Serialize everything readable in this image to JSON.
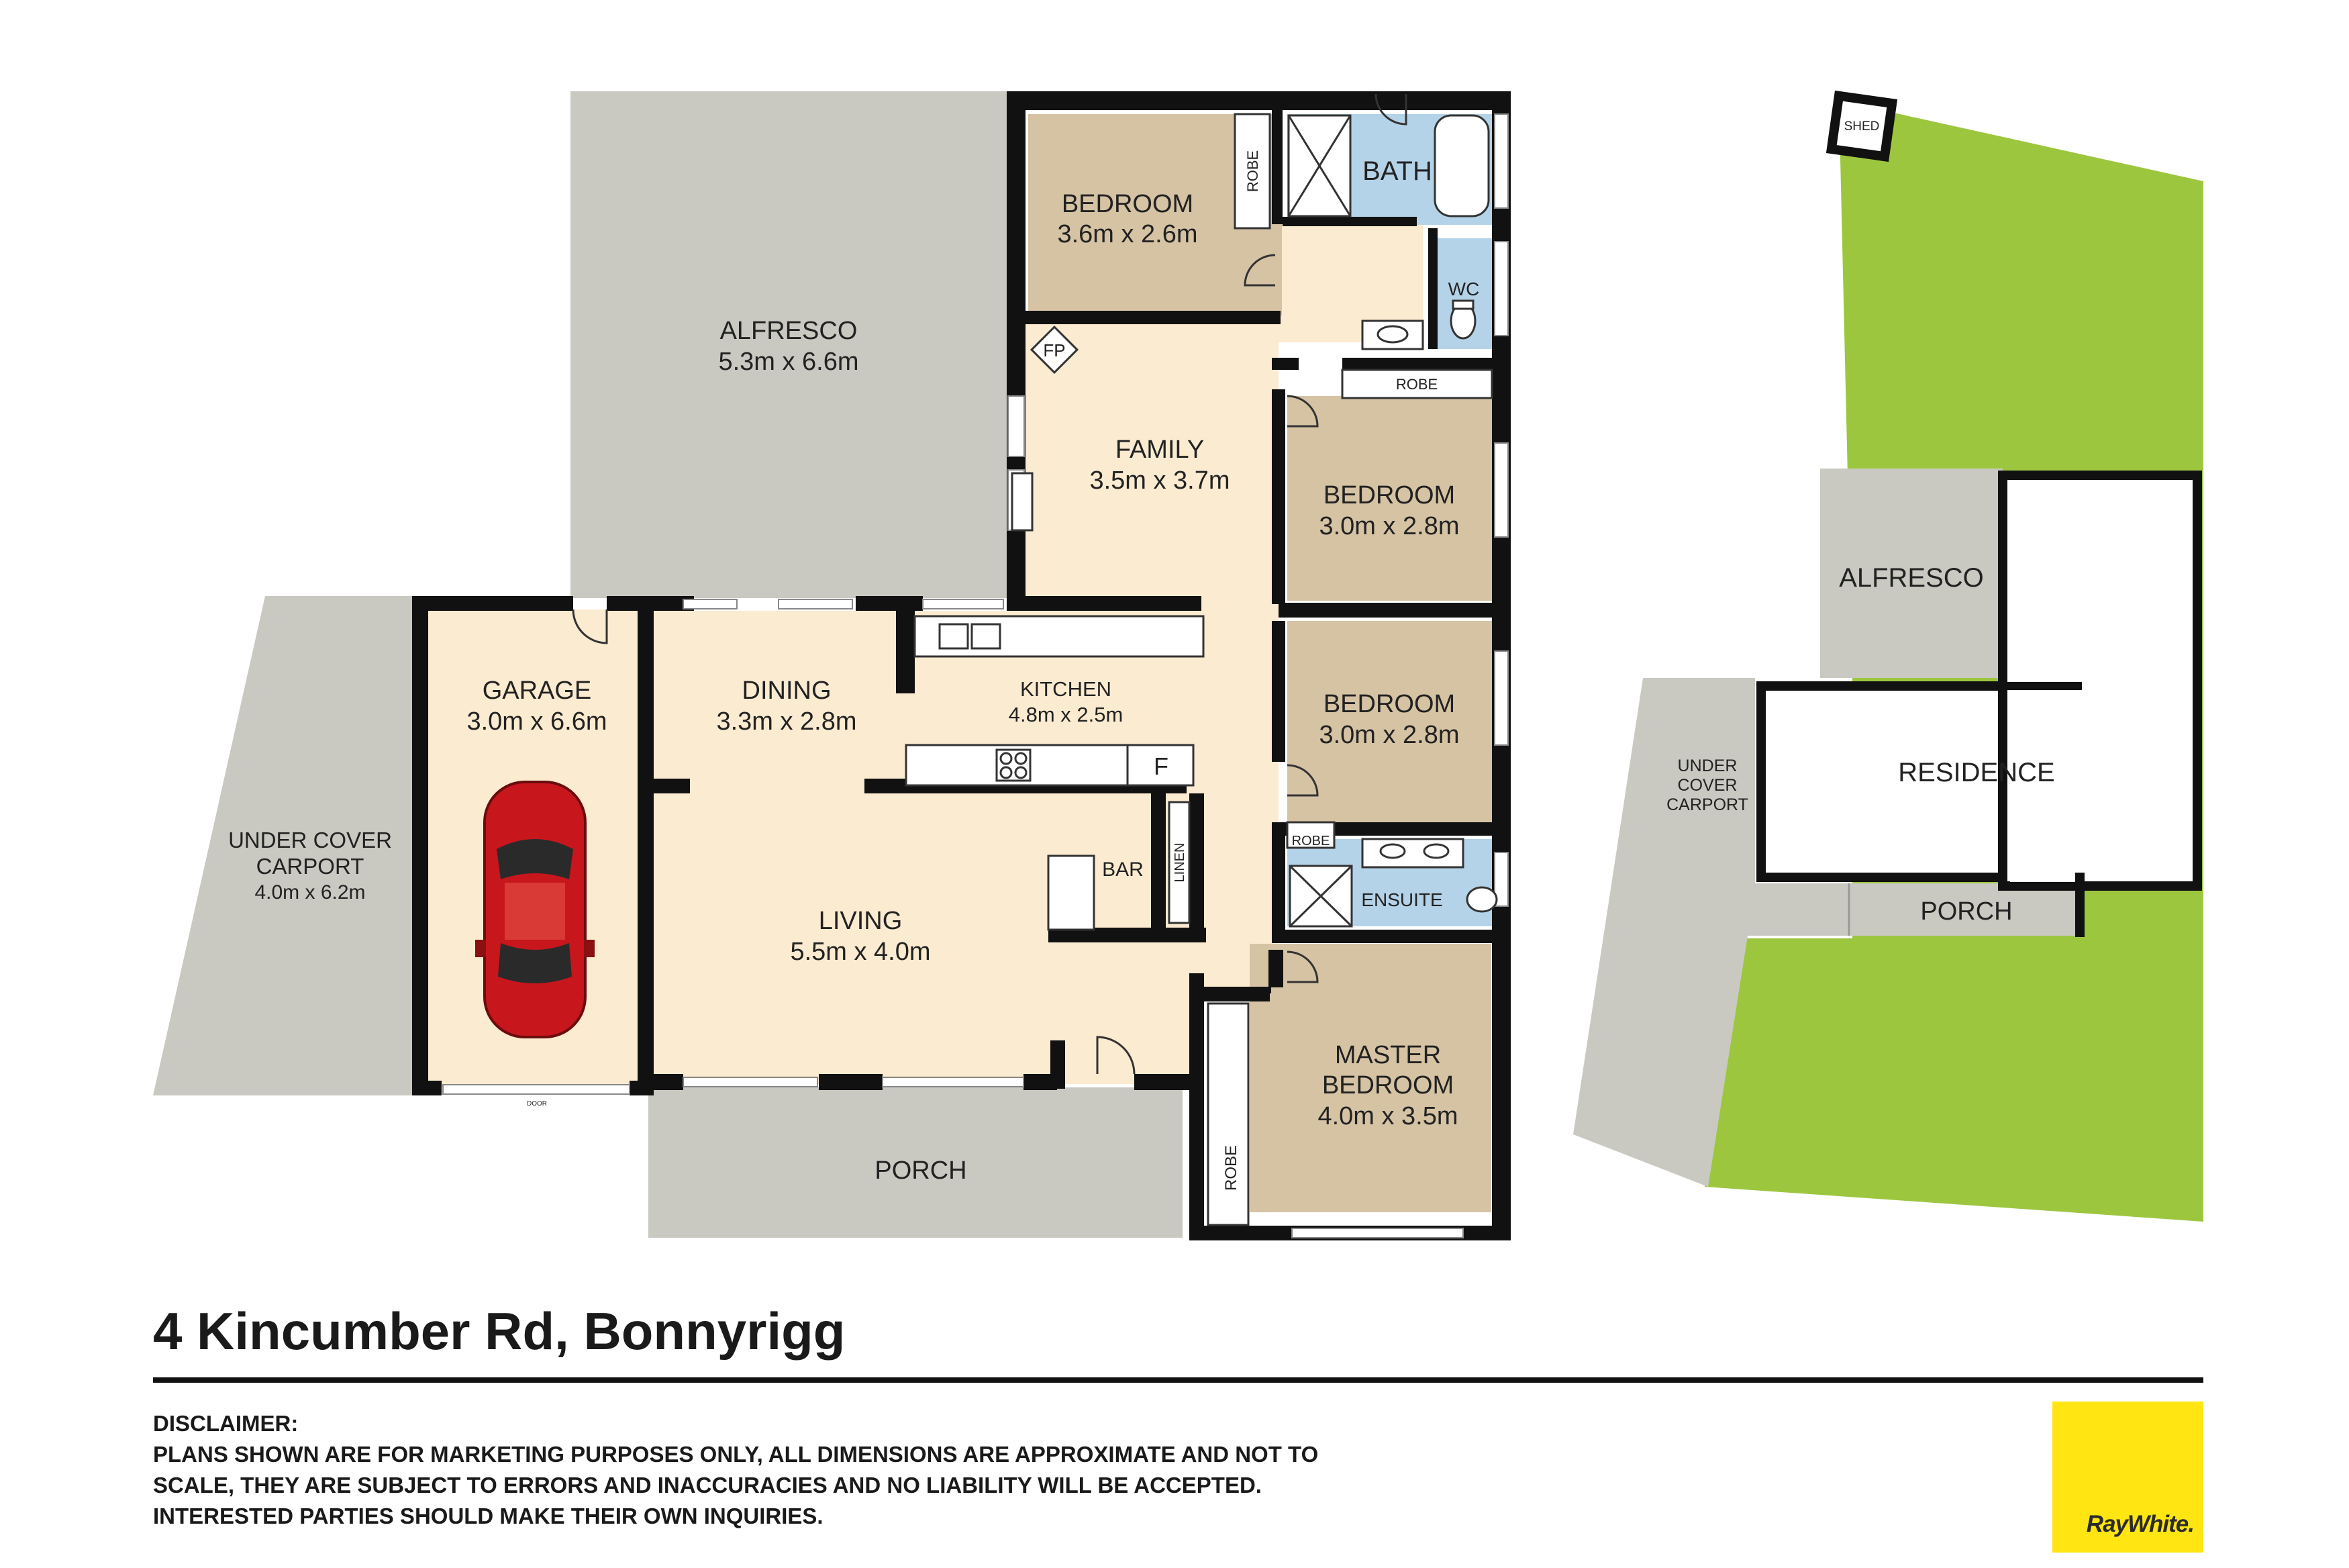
{
  "colors": {
    "wall": "#111111",
    "interior_floor": "#fbebd0",
    "bedroom_floor": "#d6c3a4",
    "wet_area": "#b5d3e8",
    "outdoor": "#c9c9c2",
    "lawn": "#9dc63f",
    "logo_yellow": "#ffe512"
  },
  "rooms": {
    "alfresco": {
      "name": "ALFRESCO",
      "dims": "5.3m x 6.6m"
    },
    "bedroom1": {
      "name": "BEDROOM",
      "dims": "3.6m x 2.6m"
    },
    "bath": {
      "name": "BATH"
    },
    "wc": {
      "name": "WC"
    },
    "robe": "ROBE",
    "fireplace": "FP",
    "family": {
      "name": "FAMILY",
      "dims": "3.5m x 3.7m"
    },
    "bedroom2": {
      "name": "BEDROOM",
      "dims": "3.0m x 2.8m"
    },
    "bedroom3": {
      "name": "BEDROOM",
      "dims": "3.0m x 2.8m"
    },
    "garage": {
      "name": "GARAGE",
      "dims": "3.0m x 6.6m"
    },
    "garage_door": "DOOR",
    "dining": {
      "name": "DINING",
      "dims": "3.3m x 2.8m"
    },
    "kitchen": {
      "name": "KITCHEN",
      "dims": "4.8m x 2.5m"
    },
    "fridge": "F",
    "bar": "BAR",
    "linen": "LINEN",
    "living": {
      "name": "LIVING",
      "dims": "5.5m x 4.0m"
    },
    "ensuite": {
      "name": "ENSUITE"
    },
    "carport": {
      "line1": "UNDER COVER",
      "line2": "CARPORT",
      "dims": "4.0m x 6.2m"
    },
    "master": {
      "line1": "MASTER",
      "line2": "BEDROOM",
      "dims": "4.0m x 3.5m"
    },
    "porch": {
      "name": "PORCH"
    }
  },
  "site": {
    "shed": "SHED",
    "alfresco": "ALFRESCO",
    "residence": "RESIDENCE",
    "carport_line1": "UNDER",
    "carport_line2": "COVER",
    "carport_line3": "CARPORT",
    "porch": "PORCH"
  },
  "footer": {
    "address": "4 Kincumber Rd, Bonnyrigg",
    "disclaimer_title": "DISCLAIMER:",
    "disclaimer_body": "PLANS SHOWN ARE FOR MARKETING PURPOSES ONLY, ALL DIMENSIONS ARE APPROXIMATE AND NOT TO SCALE, THEY ARE SUBJECT TO ERRORS AND INACCURACIES AND NO LIABILITY WILL BE ACCEPTED. INTERESTED PARTIES SHOULD MAKE THEIR OWN INQUIRIES.",
    "logo_text": "RayWhite."
  }
}
